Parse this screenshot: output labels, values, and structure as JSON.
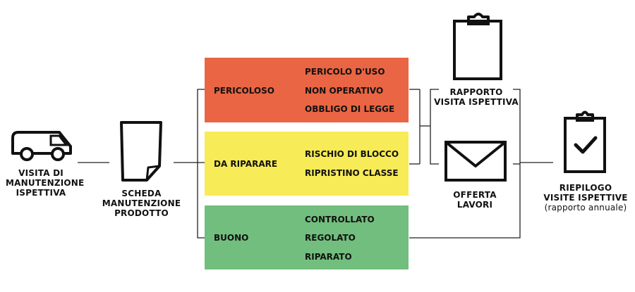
{
  "colors": {
    "danger": "#EA6543",
    "repair": "#F7EB57",
    "good": "#72BE7E",
    "line": "#222222"
  },
  "icons": {
    "van": "van-icon",
    "sheet": "document-icon",
    "clipboard": "clipboard-icon",
    "envelope": "envelope-icon",
    "checklist": "clipboard-check-icon"
  },
  "visit": {
    "line1": "VISITA DI",
    "line2": "MANUTENZIONE",
    "line3": "ISPETTIVA"
  },
  "sheet": {
    "line1": "SCHEDA",
    "line2": "MANUTENZIONE",
    "line3": "PRODOTTO"
  },
  "categories": [
    {
      "name": "PERICOLOSO",
      "items": [
        "PERICOLO D'USO",
        "NON OPERATIVO",
        "OBBLIGO DI LEGGE"
      ]
    },
    {
      "name": "DA RIPARARE",
      "items": [
        "RISCHIO DI BLOCCO",
        "RIPRISTINO CLASSE"
      ]
    },
    {
      "name": "BUONO",
      "items": [
        "CONTROLLATO",
        "REGOLATO",
        "RIPARATO"
      ]
    }
  ],
  "report": {
    "line1": "RAPPORTO",
    "line2": "VISITA ISPETTIVA"
  },
  "offer": {
    "line1": "OFFERTA",
    "line2": "LAVORI"
  },
  "summary": {
    "line1": "RIEPILOGO",
    "line2": "VISITE ISPETTIVE",
    "note": "(rapporto annuale)"
  }
}
